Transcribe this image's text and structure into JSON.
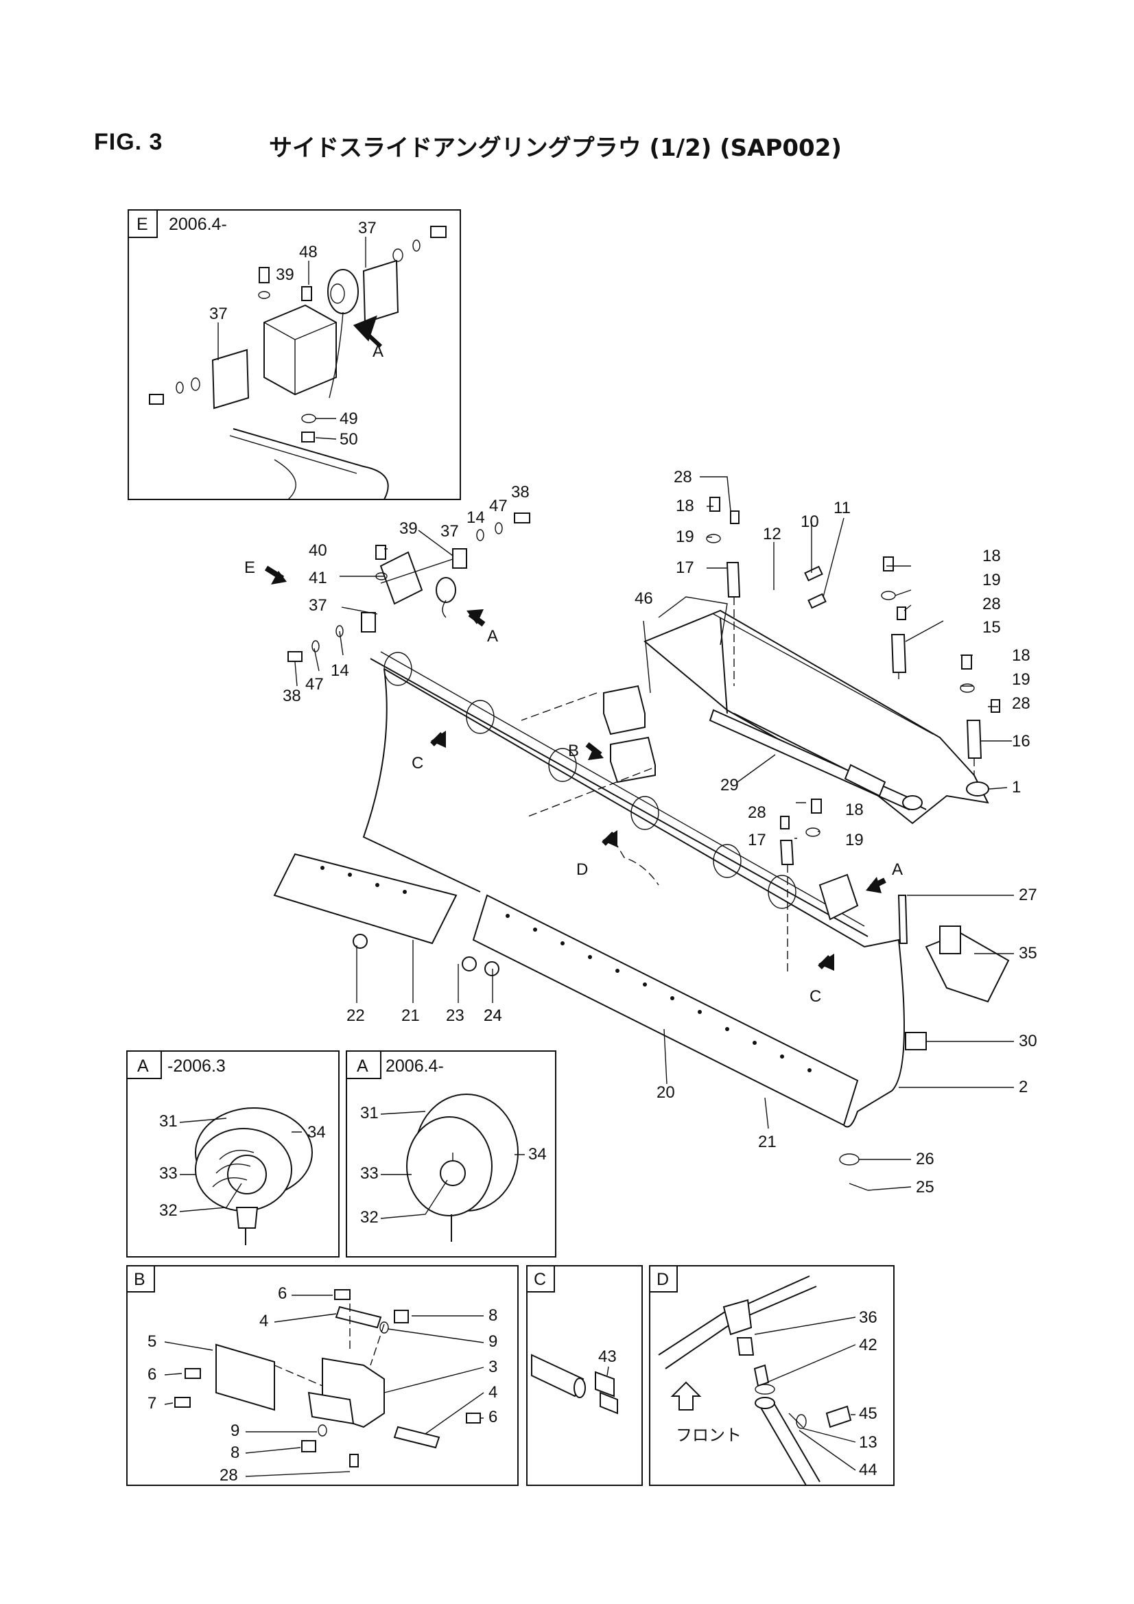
{
  "header": {
    "fig_label": "FIG. 3",
    "title": "サイドスライドアングリングプラウ (1/2) (SAP002)"
  },
  "insets": {
    "E": {
      "tag": "E",
      "date": "2006.4-"
    },
    "A_old": {
      "tag": "A",
      "date": "-2006.3"
    },
    "A_new": {
      "tag": "A",
      "date": "2006.4-"
    },
    "B": {
      "tag": "B"
    },
    "C": {
      "tag": "C"
    },
    "D": {
      "tag": "D",
      "front_label": "フロント"
    }
  },
  "view_arrows": {
    "E": "E",
    "A1": "A",
    "A2": "A",
    "A3": "A",
    "B": "B",
    "C1": "C",
    "C2": "C",
    "D": "D"
  },
  "callouts": {
    "main": [
      "28",
      "18",
      "19",
      "17",
      "12",
      "10",
      "11",
      "46",
      "18",
      "19",
      "28",
      "15",
      "18",
      "19",
      "28",
      "16",
      "1",
      "29",
      "28",
      "17",
      "18",
      "19",
      "27",
      "35",
      "30",
      "2",
      "26",
      "25",
      "21",
      "20",
      "24",
      "23",
      "22",
      "21",
      "38",
      "47",
      "14",
      "37",
      "39",
      "40",
      "41",
      "37",
      "14",
      "47",
      "38"
    ],
    "E": [
      "48",
      "39",
      "37",
      "37",
      "49",
      "50"
    ],
    "A_old": [
      "31",
      "34",
      "33",
      "32"
    ],
    "A_new": [
      "31",
      "34",
      "33",
      "32"
    ],
    "B": [
      "6",
      "4",
      "8",
      "9",
      "5",
      "6",
      "7",
      "3",
      "4",
      "6",
      "9",
      "8",
      "28"
    ],
    "C": [
      "43"
    ],
    "D": [
      "36",
      "42",
      "45",
      "13",
      "44"
    ]
  }
}
